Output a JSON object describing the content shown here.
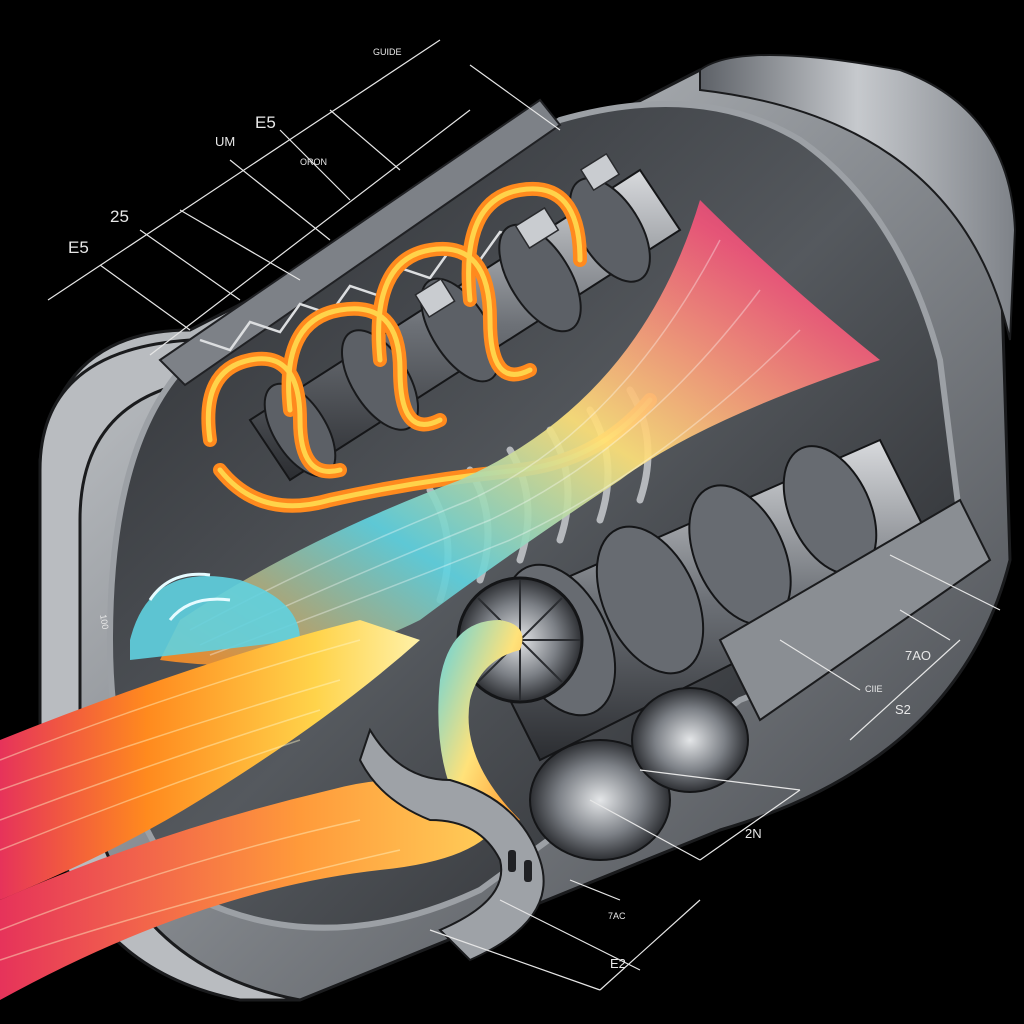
{
  "diagram": {
    "labels": {
      "l_e5_top": "E5",
      "l_um": "UM",
      "l_guide": "GUIDE",
      "l_oron": "ORON",
      "l_25": "25",
      "l_e5_left": "E5",
      "l_100": "100",
      "l_7ao": "7AO",
      "l_ciie": "CIIE",
      "l_s2": "S2",
      "l_2n": "2N",
      "l_7ac": "7AC",
      "l_e2": "E2"
    }
  },
  "colors": {
    "background": "#000000",
    "casing": "#9a9ea4",
    "casing_dark": "#3a3d42",
    "flow_hot": "#ff8a1e",
    "flow_warm": "#ffd34a",
    "flow_cool": "#5fd2e0",
    "flow_red": "#e6335a",
    "leader": "#e6e6e6"
  }
}
